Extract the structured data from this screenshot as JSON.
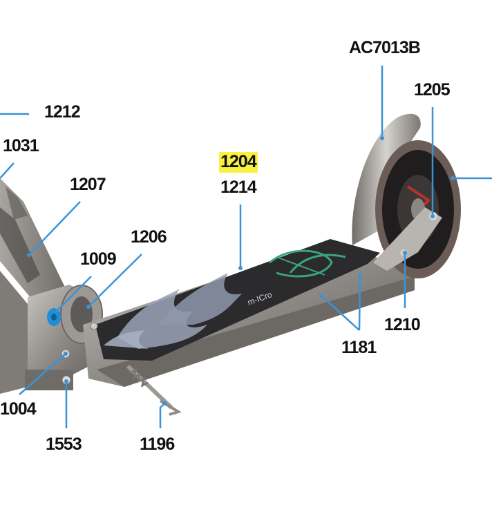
{
  "colors": {
    "leader_line": "#3a93d6",
    "highlight": "#f7f140",
    "label_text": "#111111",
    "deck_grip": "#2b2b2d",
    "frame_metal": "#8a8784",
    "flame_graphic": "#9aa3b8",
    "accent_blue": "#1f8ed6",
    "spring_red": "#c0302a"
  },
  "labels": {
    "ac7013b": "AC7013B",
    "p1205": "1205",
    "p1212": "1212",
    "p1031": "1031",
    "p1207": "1207",
    "p1204": "1204",
    "p1214": "1214",
    "p1206": "1206",
    "p1009": "1009",
    "p1210": "1210",
    "p1181": "1181",
    "p1004": "1004",
    "p1553": "1553",
    "p1196": "1196"
  },
  "highlighted_label": "1204",
  "deck_brand_text": "m-ICro"
}
